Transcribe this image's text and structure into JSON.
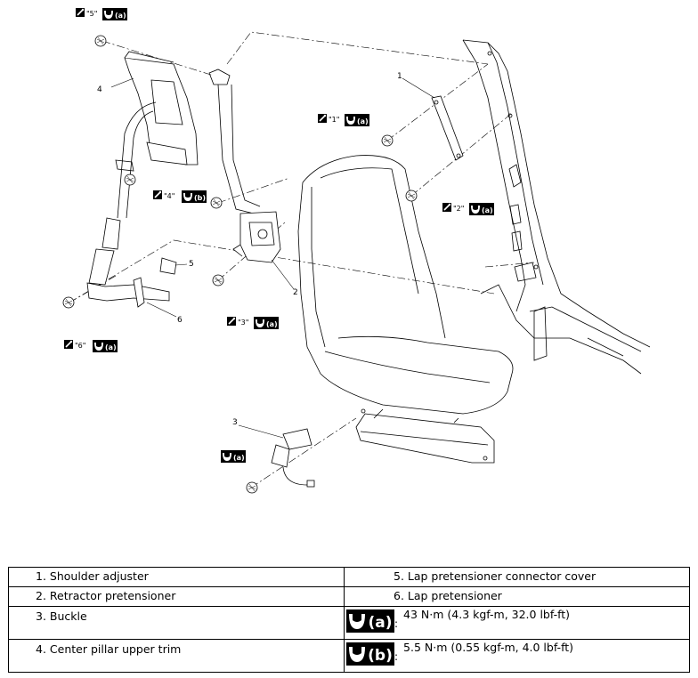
{
  "callouts": [
    {
      "id": "1",
      "text": "1"
    },
    {
      "id": "2",
      "text": "2"
    },
    {
      "id": "3",
      "text": "3"
    },
    {
      "id": "4",
      "text": "4"
    },
    {
      "id": "5",
      "text": "5"
    },
    {
      "id": "6",
      "text": "6"
    }
  ],
  "sequence_marks": [
    "\"1\"",
    "\"2\"",
    "\"3\"",
    "\"4\"",
    "\"5\"",
    "\"6\""
  ],
  "torque_symbols": {
    "a": "(a)",
    "b": "(b)"
  },
  "legend": {
    "rows": [
      {
        "left": "1.  Shoulder adjuster",
        "right": "5.  Lap pretensioner connector cover"
      },
      {
        "left": "2.  Retractor pretensioner",
        "right": "6.  Lap pretensioner"
      },
      {
        "left": "3.  Buckle",
        "spec_symbol": "(a)",
        "spec_value": "43 N·m (4.3 kgf-m, 32.0 lbf-ft)"
      },
      {
        "left": "4.  Center pillar upper trim",
        "spec_symbol": "(b)",
        "spec_value": "5.5 N·m (0.55 kgf-m, 4.0 lbf-ft)"
      }
    ],
    "colon": ":"
  },
  "icons": [
    "wrench-sequence-icon",
    "torque-wrench-icon",
    "bolt-icon"
  ],
  "colors": {
    "line": "#000000",
    "symbol_fill": "#000000",
    "symbol_text": "#ffffff"
  }
}
